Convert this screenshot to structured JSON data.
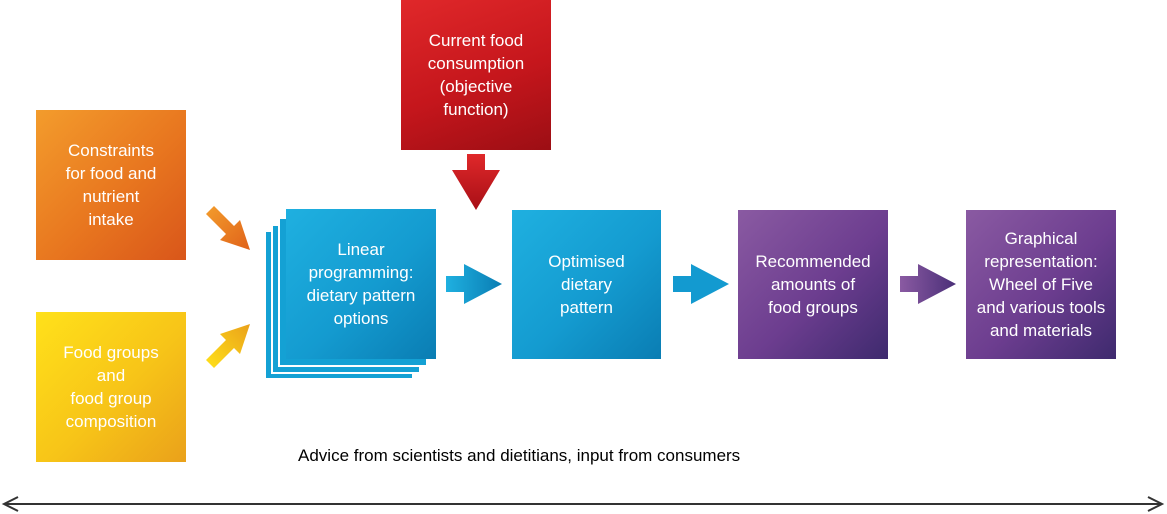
{
  "boxes": {
    "constraints": "Constraints\nfor food and\nnutrient\nintake",
    "food_groups": "Food groups\nand\nfood group\ncomposition",
    "current_consumption": "Current food\nconsumption\n(objective\nfunction)",
    "linear_programming": "Linear\nprogramming:\ndietary pattern\noptions",
    "optimised_pattern": "Optimised\ndietary\npattern",
    "recommended_amounts": "Recommended\namounts of\nfood groups",
    "graphical_representation": "Graphical\nrepresentation:\nWheel of Five\nand various tools\nand materials"
  },
  "caption": "Advice from scientists and dietitians, input from consumers",
  "colors": {
    "orange": "#e8761f",
    "yellow": "#f7c418",
    "red": "#c5161c",
    "blue": "#149bd0",
    "purple": "#6c3d8f"
  }
}
